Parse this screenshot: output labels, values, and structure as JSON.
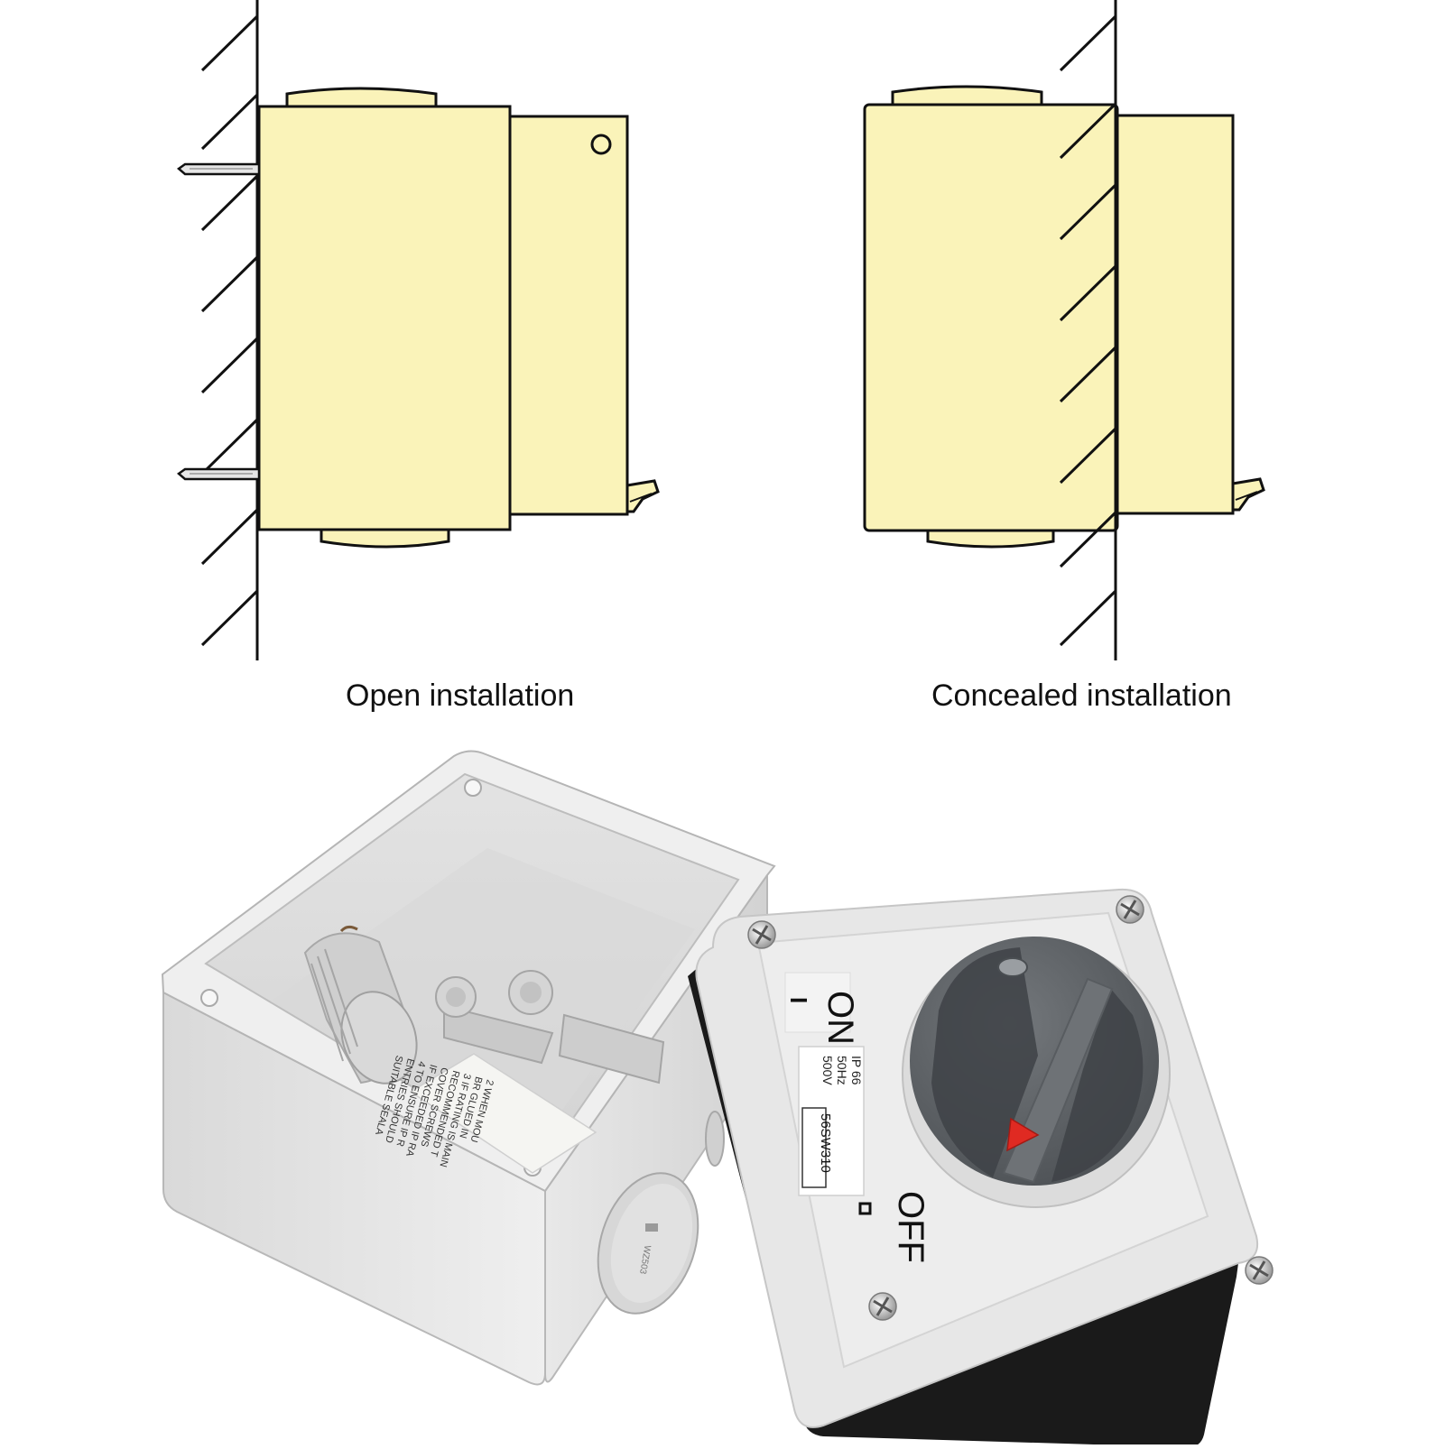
{
  "diagram": {
    "open_caption": "Open installation",
    "concealed_caption": "Concealed installation"
  },
  "product": {
    "on_label": "ON",
    "on_symbol": "I",
    "off_label": "OFF",
    "off_symbol": "O",
    "rating_lines": [
      "IP 66",
      "50Hz",
      "500V"
    ],
    "model": "56SW310",
    "inner_label_lines": [
      "2 WHEN MOU",
      "BR GLUED IN",
      "3 IF RATING IS MAIN",
      "RECOMMENDED T",
      "COVER SCREWS",
      "IF EXCEEDED IP RA",
      "4 TO ENSURE IP R",
      "ENTRIES SHOULD",
      "SUITABLE SEALA"
    ],
    "plug_marking": "WZ503"
  },
  "colors": {
    "enclosure_fill": "#FAF3B9",
    "outline": "#111111",
    "housing_grey": "#E6E6E6",
    "knob_dark": "#5F6368",
    "indicator_red": "#E02A22",
    "gasket_black": "#1A1A1A"
  }
}
